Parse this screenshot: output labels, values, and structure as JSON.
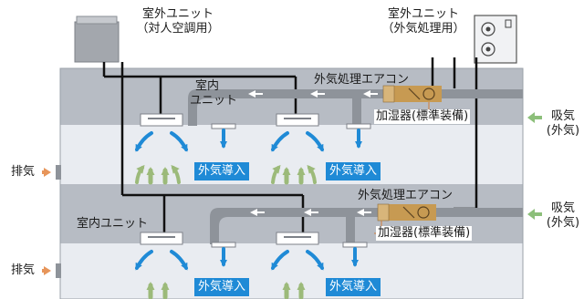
{
  "top_caption": "・・・・・・・・",
  "outdoor_unit_ac": {
    "line1": "室外ユニット",
    "line2": "（対人空調用）"
  },
  "outdoor_unit_oa": {
    "line1": "室外ユニット",
    "line2": "（外気処理用）"
  },
  "floors": [
    {
      "indoor_unit_label": {
        "line1": "室内",
        "line2": "ユニット"
      },
      "oa_unit_label": "外気処理エアコン",
      "humidifier_label": "加湿器(標準装備)",
      "intake": {
        "line1": "吸気",
        "line2": "(外気)"
      },
      "exhaust": "排気",
      "outside_air_tags": [
        "外気導入",
        "外気導入"
      ]
    },
    {
      "indoor_unit_label": {
        "line1": "室内ユニット",
        "line2": ""
      },
      "oa_unit_label": "外気処理エアコン",
      "humidifier_label": "加湿器(標準装備)",
      "intake": {
        "line1": "吸気",
        "line2": "(外気)"
      },
      "exhaust": "排気",
      "outside_air_tags": [
        "外気導入",
        "外気導入"
      ]
    }
  ],
  "colors": {
    "ceiling": "#b7bcc4",
    "room": "#e9ecf1",
    "duct": "#8e939a",
    "humidifier": "#c79a52",
    "pipe": "#111111",
    "blue_arrow": "#1f8ad6",
    "green_arrow": "#9cba7a",
    "exhaust_arrow": "#e7955a",
    "intake_arrow": "#8cbf7a",
    "tag_bg": "#1f8ad6"
  }
}
